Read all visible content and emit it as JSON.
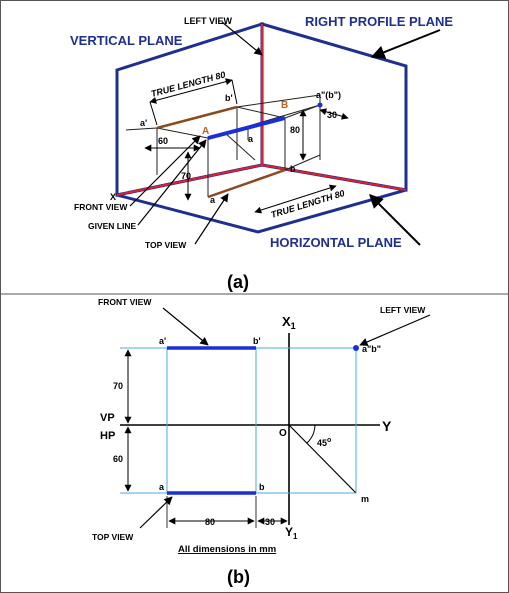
{
  "diagram_a": {
    "caption": "(a)",
    "planes": {
      "vertical": "VERTICAL PLANE",
      "right_profile": "RIGHT PROFILE PLANE",
      "horizontal": "HORIZONTAL PLANE"
    },
    "labels": {
      "left_view": "LEFT VIEW",
      "front_view": "FRONT VIEW",
      "given_line": "GIVEN LINE",
      "top_view": "TOP VIEW",
      "true_length_top": "TRUE LENGTH 80",
      "true_length_bottom": "TRUE LENGTH 80",
      "x": "X",
      "a_prime": "a'",
      "b_prime": "b'",
      "a_dprime": "a\"(b\")",
      "A": "A",
      "B": "B",
      "a": "a",
      "b": "b",
      "a_small": "a",
      "dim_60": "60",
      "dim_70": "70",
      "dim_80": "80",
      "dim_30": "30"
    }
  },
  "diagram_b": {
    "caption": "(b)",
    "labels": {
      "front_view": "FRONT VIEW",
      "left_view": "LEFT VIEW",
      "top_view": "TOP VIEW",
      "x1": "X",
      "x1_sub": "1",
      "y1": "Y",
      "y1_sub": "1",
      "y": "Y",
      "o": "O",
      "vp": "VP",
      "hp": "HP",
      "a_prime": "a'",
      "b_prime": "b'",
      "adbd": "a\"b\"",
      "a": "a",
      "b": "b",
      "m": "m",
      "angle": "45",
      "angle_unit": "o",
      "dim_70": "70",
      "dim_60": "60",
      "dim_80": "80",
      "dim_30": "30",
      "note": "All dimensions in  mm"
    }
  },
  "colors": {
    "plane_edge": "#1f2f8f",
    "red_axis": "#e0202a",
    "blue_line": "#1a2fd6",
    "brown_line": "#8b4a1e",
    "projector": "#4aa8e0"
  }
}
